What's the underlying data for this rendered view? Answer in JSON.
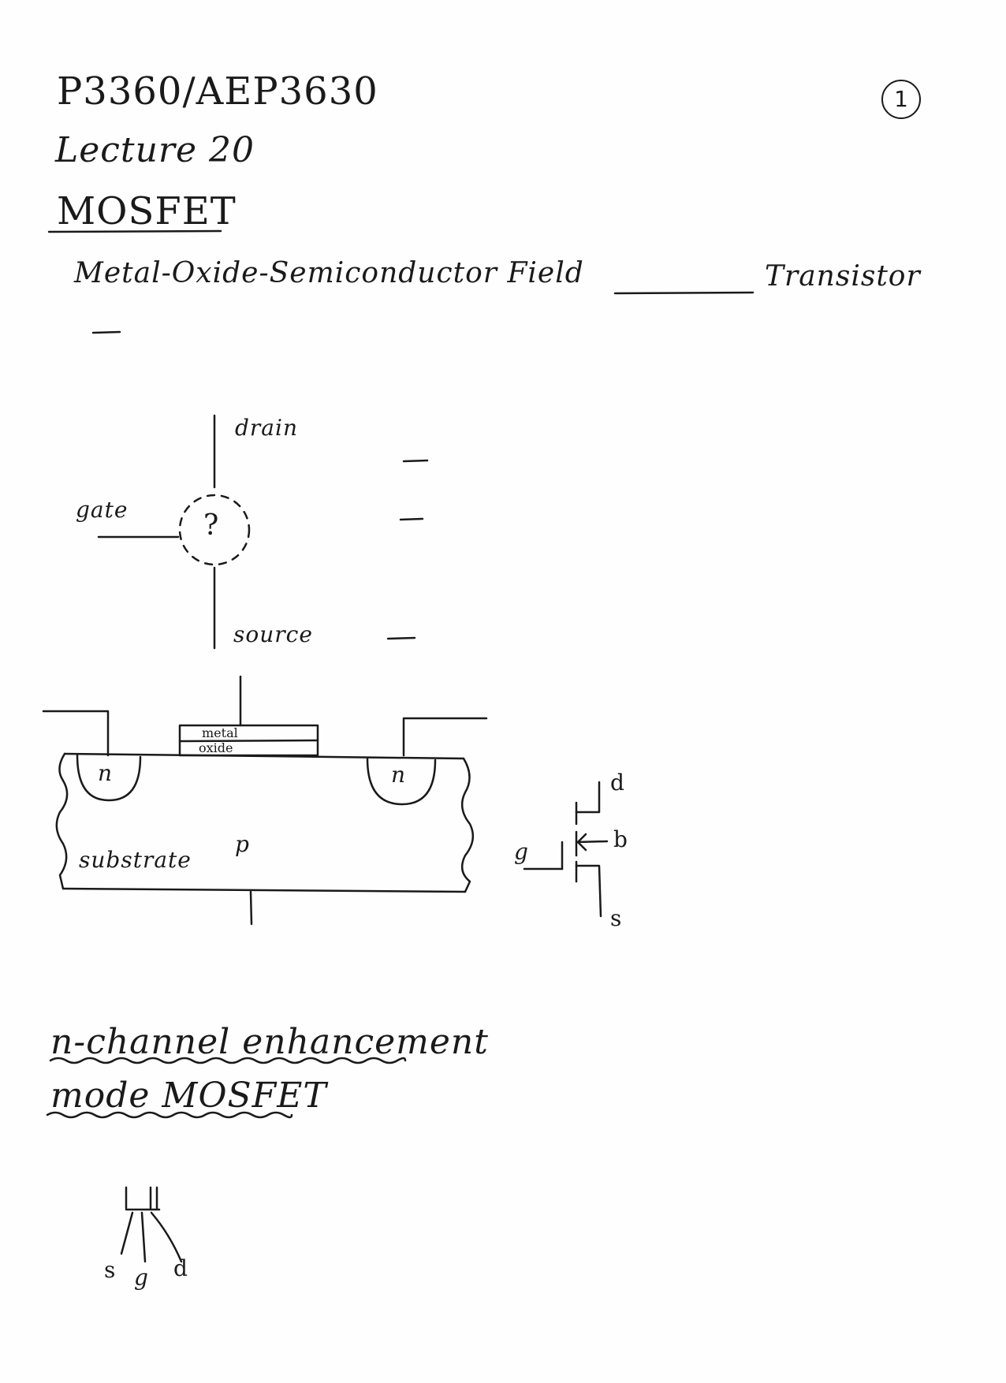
{
  "header": {
    "course": "P3360/AEP3630",
    "lecture": "Lecture 20",
    "page_number": "1"
  },
  "topic": {
    "title": "MOSFET",
    "expansion_part1": "Metal-Oxide-Semiconductor Field",
    "expansion_part2": "Transistor"
  },
  "block_diagram": {
    "drain": "drain",
    "gate": "gate",
    "source": "source",
    "unknown": "?"
  },
  "cross_section": {
    "metal": "metal",
    "oxide": "oxide",
    "left_region": "n",
    "right_region": "n",
    "substrate_label": "substrate",
    "substrate_type": "p"
  },
  "symbol": {
    "d": "d",
    "g": "g",
    "b": "b",
    "s": "s"
  },
  "section": {
    "line1": "n-channel enhancement",
    "line2": "mode MOSFET"
  },
  "package": {
    "s": "s",
    "g": "g",
    "d": "d"
  }
}
